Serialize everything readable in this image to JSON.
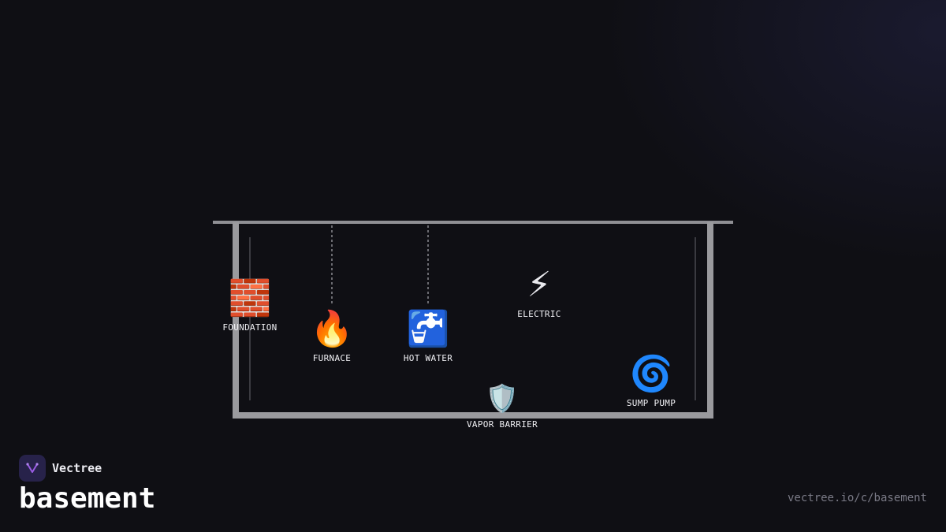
{
  "diagram": {
    "components": [
      {
        "id": "foundation",
        "icon": "brick-icon",
        "emoji": "🧱",
        "label": "FOUNDATION"
      },
      {
        "id": "furnace",
        "icon": "fire-icon",
        "emoji": "🔥",
        "label": "FURNACE"
      },
      {
        "id": "hot_water",
        "icon": "faucet-icon",
        "emoji": "🚰",
        "label": "HOT WATER"
      },
      {
        "id": "electric",
        "icon": "lightning-icon",
        "emoji": "⚡",
        "label": "ELECTRIC"
      },
      {
        "id": "vapor_barrier",
        "icon": "shield-icon",
        "emoji": "🛡️",
        "label": "VAPOR BARRIER"
      },
      {
        "id": "sump_pump",
        "icon": "cyclone-icon",
        "emoji": "🌀",
        "label": "SUMP PUMP"
      }
    ],
    "colors": {
      "background": "#0f0f14",
      "wall": "#9a9a9e",
      "inner_line": "#3a3a40",
      "dashed_line": "#8a8a90",
      "label": "#f0f0f4"
    }
  },
  "brand": {
    "name": "Vectree",
    "logo_icon": "vectree-logo-icon",
    "logo_color": "#9b5de5"
  },
  "page": {
    "title": "basement",
    "url": "vectree.io/c/basement"
  }
}
